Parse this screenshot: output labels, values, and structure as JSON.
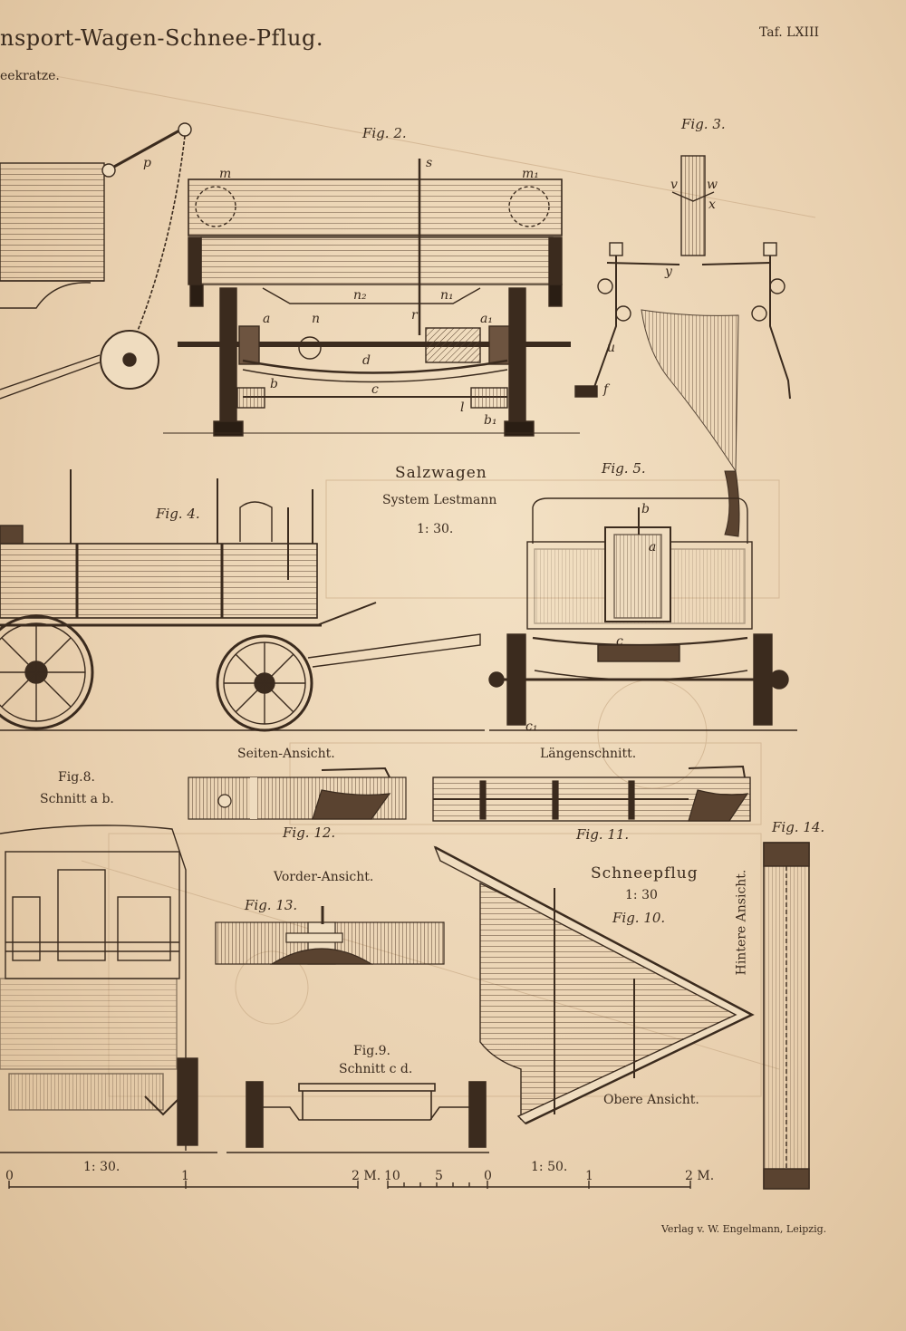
{
  "plate": {
    "title": "nsport-Wagen-Schnee-Pflug.",
    "subtitle": "eekratze.",
    "plate_number": "Taf. LXIII",
    "publisher": "Verlag v. W. Engelmann, Leipzig."
  },
  "figures": {
    "fig2": "Fig. 2.",
    "fig3": "Fig. 3.",
    "fig4": "Fig. 4.",
    "fig5": "Fig. 5.",
    "fig8": "Fig.8.",
    "fig9": "Fig.9.",
    "fig10": "Fig. 10.",
    "fig11": "Fig. 11.",
    "fig12": "Fig. 12.",
    "fig13": "Fig. 13.",
    "fig14": "Fig. 14."
  },
  "captions": {
    "salzwagen": "Salzwagen",
    "system": "System Lestmann",
    "scale_salzwagen": "1: 30.",
    "seiten_ansicht": "Seiten-Ansicht.",
    "laengenschnitt": "Längenschnitt.",
    "schnitt_ab": "Schnitt a b.",
    "vorder_ansicht": "Vorder-Ansicht.",
    "schneepflug": "Schneepflug",
    "scale_schneepflug": "1: 30",
    "schnitt_cd": "Schnitt c d.",
    "obere_ansicht": "Obere Ansicht.",
    "hintere_ansicht": "Hintere Ansicht."
  },
  "scale_bars": {
    "left_ratio": "1: 30.",
    "left_ticks": [
      "0",
      "1",
      "2 M."
    ],
    "right_ratio": "1: 50.",
    "right_ticks": [
      "10",
      "5",
      "0",
      "1",
      "2 M."
    ]
  },
  "part_labels": [
    "m",
    "m₁",
    "s",
    "n",
    "n₁",
    "n₂",
    "a",
    "a₁",
    "r",
    "d",
    "c",
    "b",
    "b₁",
    "l",
    "p",
    "v",
    "w",
    "x",
    "y",
    "u",
    "f",
    "a",
    "b",
    "c",
    "c₁"
  ],
  "colors": {
    "paper": "#efdcbf",
    "ink": "#3b2b1e",
    "faint": "#c9ab86"
  }
}
